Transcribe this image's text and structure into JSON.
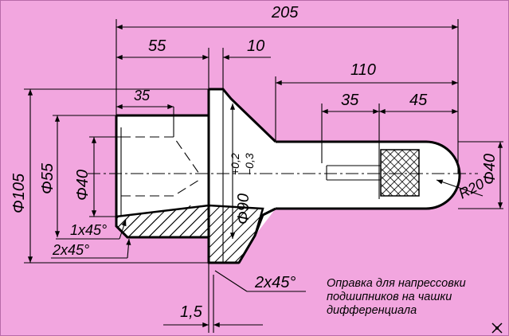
{
  "dimensions": {
    "overall_length": "205",
    "flange_offset": "55",
    "flange_width": "10",
    "bore_depth": "35",
    "shaft_length": "110",
    "shaft_segment_1": "35",
    "shaft_segment_2": "45",
    "dia_outer": "Φ105",
    "dia_55": "Φ55",
    "dia_40_bore": "Φ40",
    "dia_90": "Φ90",
    "dia_90_tol_upper": "+0,2",
    "dia_90_tol_lower": "−0,3",
    "dia_40_shaft": "Φ40",
    "radius_tip": "R20",
    "chamfer_1x45": "1x45°",
    "chamfer_2x45_left": "2x45°",
    "chamfer_2x45_flange": "2x45°",
    "small_offset": "1,5"
  },
  "caption": {
    "line1": "Оправка для напрессовки",
    "line2": "подшипников на чашки",
    "line3": "дифференциала"
  },
  "colors": {
    "background": "#f2a6df",
    "line": "#000000"
  }
}
